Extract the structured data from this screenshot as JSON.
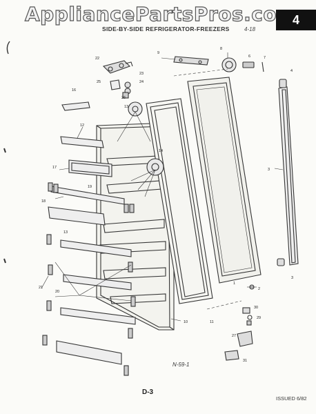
{
  "watermark": "AppliancePartsPros.com",
  "header": {
    "title": "SIDE-BY-SIDE REFRIGERATOR-FREEZERS",
    "page_ref": "4-18",
    "section": "4"
  },
  "diagram_code": "N-59-1",
  "page_label": "D-3",
  "issued": "ISSUED 6/82",
  "callouts": [
    {
      "id": "c1",
      "text": "1"
    },
    {
      "id": "c2",
      "text": "2"
    },
    {
      "id": "c3a",
      "text": "3"
    },
    {
      "id": "c3b",
      "text": "3"
    },
    {
      "id": "c4",
      "text": "4"
    },
    {
      "id": "c6",
      "text": "6"
    },
    {
      "id": "c7",
      "text": "7"
    },
    {
      "id": "c8",
      "text": "8"
    },
    {
      "id": "c9",
      "text": "9"
    },
    {
      "id": "c10",
      "text": "10"
    },
    {
      "id": "c11",
      "text": "11"
    },
    {
      "id": "c12",
      "text": "12"
    },
    {
      "id": "c13a",
      "text": "13"
    },
    {
      "id": "c13b",
      "text": "13"
    },
    {
      "id": "c14",
      "text": "14"
    },
    {
      "id": "c16",
      "text": "16"
    },
    {
      "id": "c17",
      "text": "17"
    },
    {
      "id": "c18",
      "text": "18"
    },
    {
      "id": "c19",
      "text": "19"
    },
    {
      "id": "c20",
      "text": "20"
    },
    {
      "id": "c21",
      "text": "21"
    },
    {
      "id": "c22",
      "text": "22"
    },
    {
      "id": "c23",
      "text": "23"
    },
    {
      "id": "c24",
      "text": "24"
    },
    {
      "id": "c25",
      "text": "25"
    },
    {
      "id": "c26",
      "text": "26"
    },
    {
      "id": "c27",
      "text": "27"
    },
    {
      "id": "c29",
      "text": "29"
    },
    {
      "id": "c30",
      "text": "30"
    },
    {
      "id": "c31",
      "text": "31"
    }
  ]
}
